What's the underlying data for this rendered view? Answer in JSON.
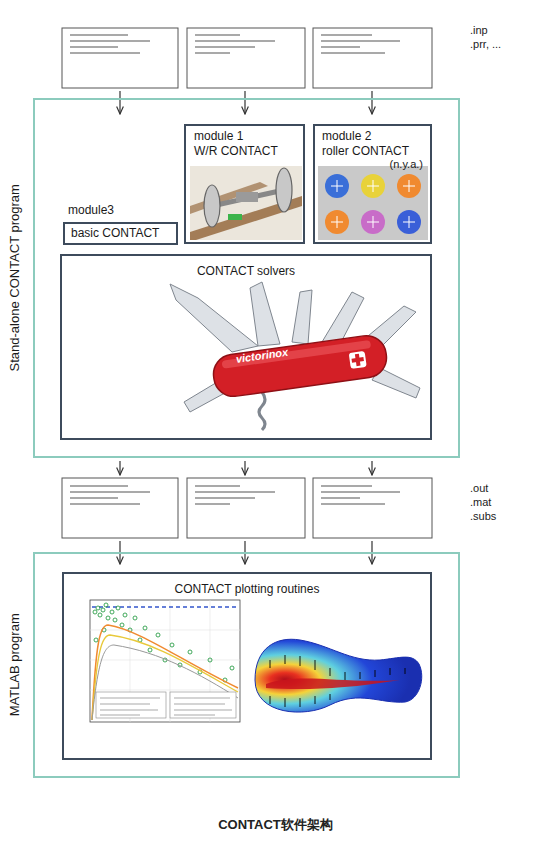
{
  "diagram": {
    "caption": "CONTACT软件架构",
    "nodes": [
      {
        "text": [
          "Stand-alone CONTACT program"
        ]
      },
      {
        "text": [
          "module 1",
          "W/R CONTACT"
        ],
        "in": 0
      },
      {
        "text": [
          "module 2",
          "roller CONTACT",
          "(n.y.a.)"
        ],
        "in": 0
      },
      {
        "text": [
          "module3",
          "basic CONTACT"
        ],
        "in": 0
      },
      {
        "text": [
          "CONTACT solvers"
        ],
        "in": 0
      },
      {
        "text": [
          "MATLAB program"
        ]
      },
      {
        "text": [
          "CONTACT plotting routines"
        ],
        "in": 5
      }
    ],
    "labels": [
      ".inp",
      ".prr, ...",
      "victorinox",
      ".out",
      ".mat",
      ".subs"
    ]
  }
}
